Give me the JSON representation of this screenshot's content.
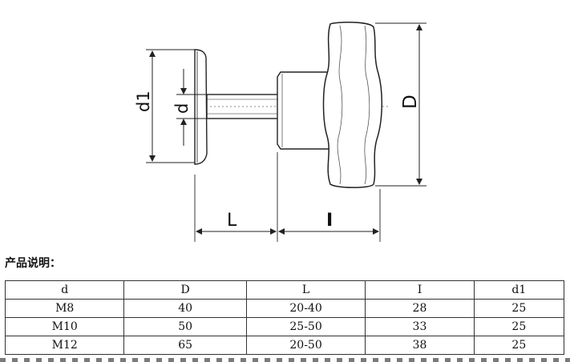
{
  "diagram": {
    "labels": {
      "d1": "d1",
      "d": "d",
      "D": "D",
      "L": "L",
      "I": "I"
    }
  },
  "section_title": "产品说明：",
  "table": {
    "headers": [
      "d",
      "D",
      "L",
      "I",
      "d1"
    ],
    "rows": [
      [
        "M8",
        "40",
        "20-40",
        "28",
        "25"
      ],
      [
        "M10",
        "50",
        "25-50",
        "33",
        "25"
      ],
      [
        "M12",
        "65",
        "20-50",
        "38",
        "25"
      ]
    ]
  },
  "colors": {
    "line": "#222222",
    "dashed": "#888888"
  }
}
